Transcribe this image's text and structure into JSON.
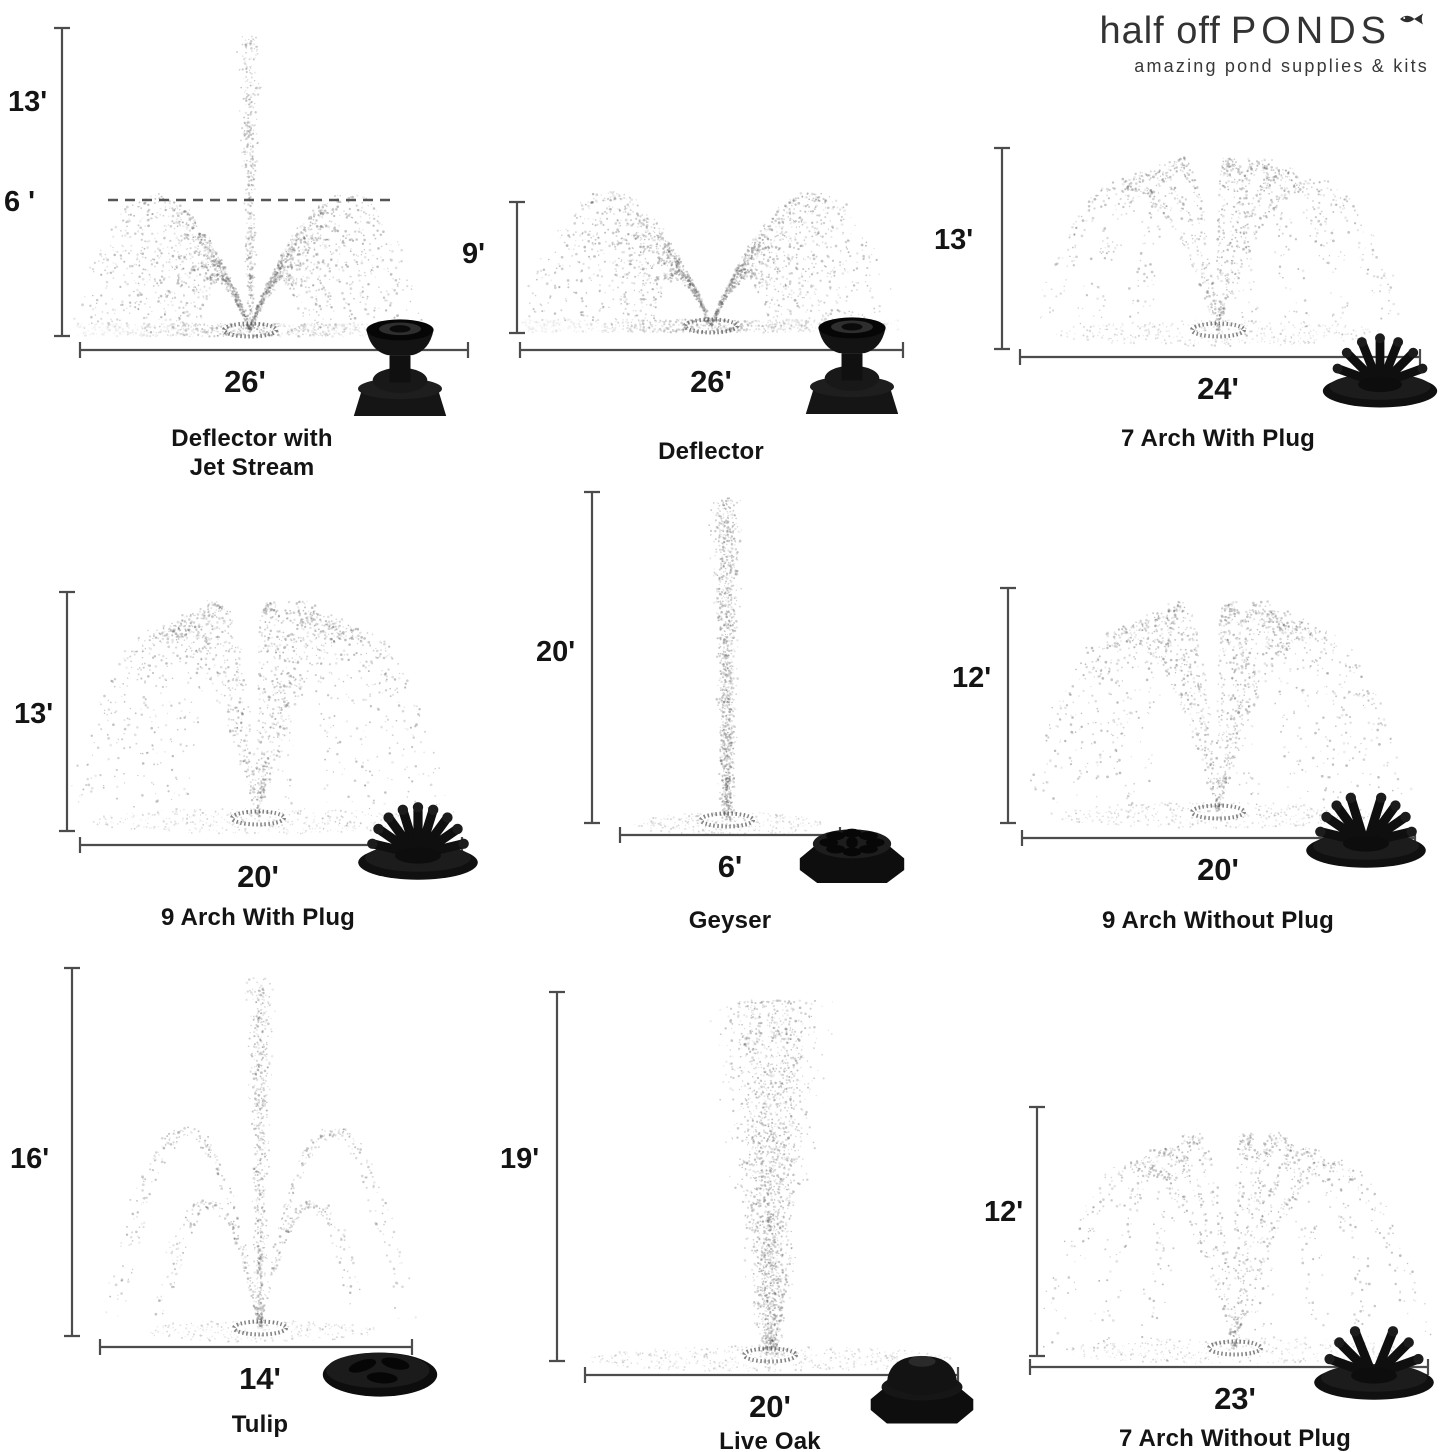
{
  "logo": {
    "brand_light": "half off",
    "brand_bold": "PONDS",
    "tagline": "amazing pond supplies & kits"
  },
  "cells": [
    {
      "name": "Deflector with Jet Stream",
      "height_label": "13'",
      "height_label_secondary": "6 '",
      "width_label": "26'",
      "spray_type": "deflector-jet",
      "nozzle_type": "deflector"
    },
    {
      "name": "Deflector",
      "height_label": "9'",
      "width_label": "26'",
      "spray_type": "deflector",
      "nozzle_type": "deflector"
    },
    {
      "name": "7 Arch With Plug",
      "height_label": "13'",
      "width_label": "24'",
      "spray_type": "arch",
      "arches": 7,
      "nozzle_type": "arch-plug"
    },
    {
      "name": "9 Arch With Plug",
      "height_label": "13'",
      "width_label": "20'",
      "spray_type": "arch",
      "arches": 9,
      "nozzle_type": "arch-plug"
    },
    {
      "name": "Geyser",
      "height_label": "20'",
      "width_label": "6'",
      "spray_type": "geyser",
      "nozzle_type": "geyser"
    },
    {
      "name": "9 Arch Without Plug",
      "height_label": "12'",
      "width_label": "20'",
      "spray_type": "arch",
      "arches": 9,
      "nozzle_type": "arch-noplug"
    },
    {
      "name": "Tulip",
      "height_label": "16'",
      "width_label": "14'",
      "spray_type": "tulip",
      "nozzle_type": "tulip"
    },
    {
      "name": "Live Oak",
      "height_label": "19'",
      "width_label": "20'",
      "spray_type": "liveoak",
      "nozzle_type": "liveoak"
    },
    {
      "name": "7 Arch Without Plug",
      "height_label": "12'",
      "width_label": "23'",
      "spray_type": "arch",
      "arches": 7,
      "nozzle_type": "arch-noplug"
    }
  ]
}
